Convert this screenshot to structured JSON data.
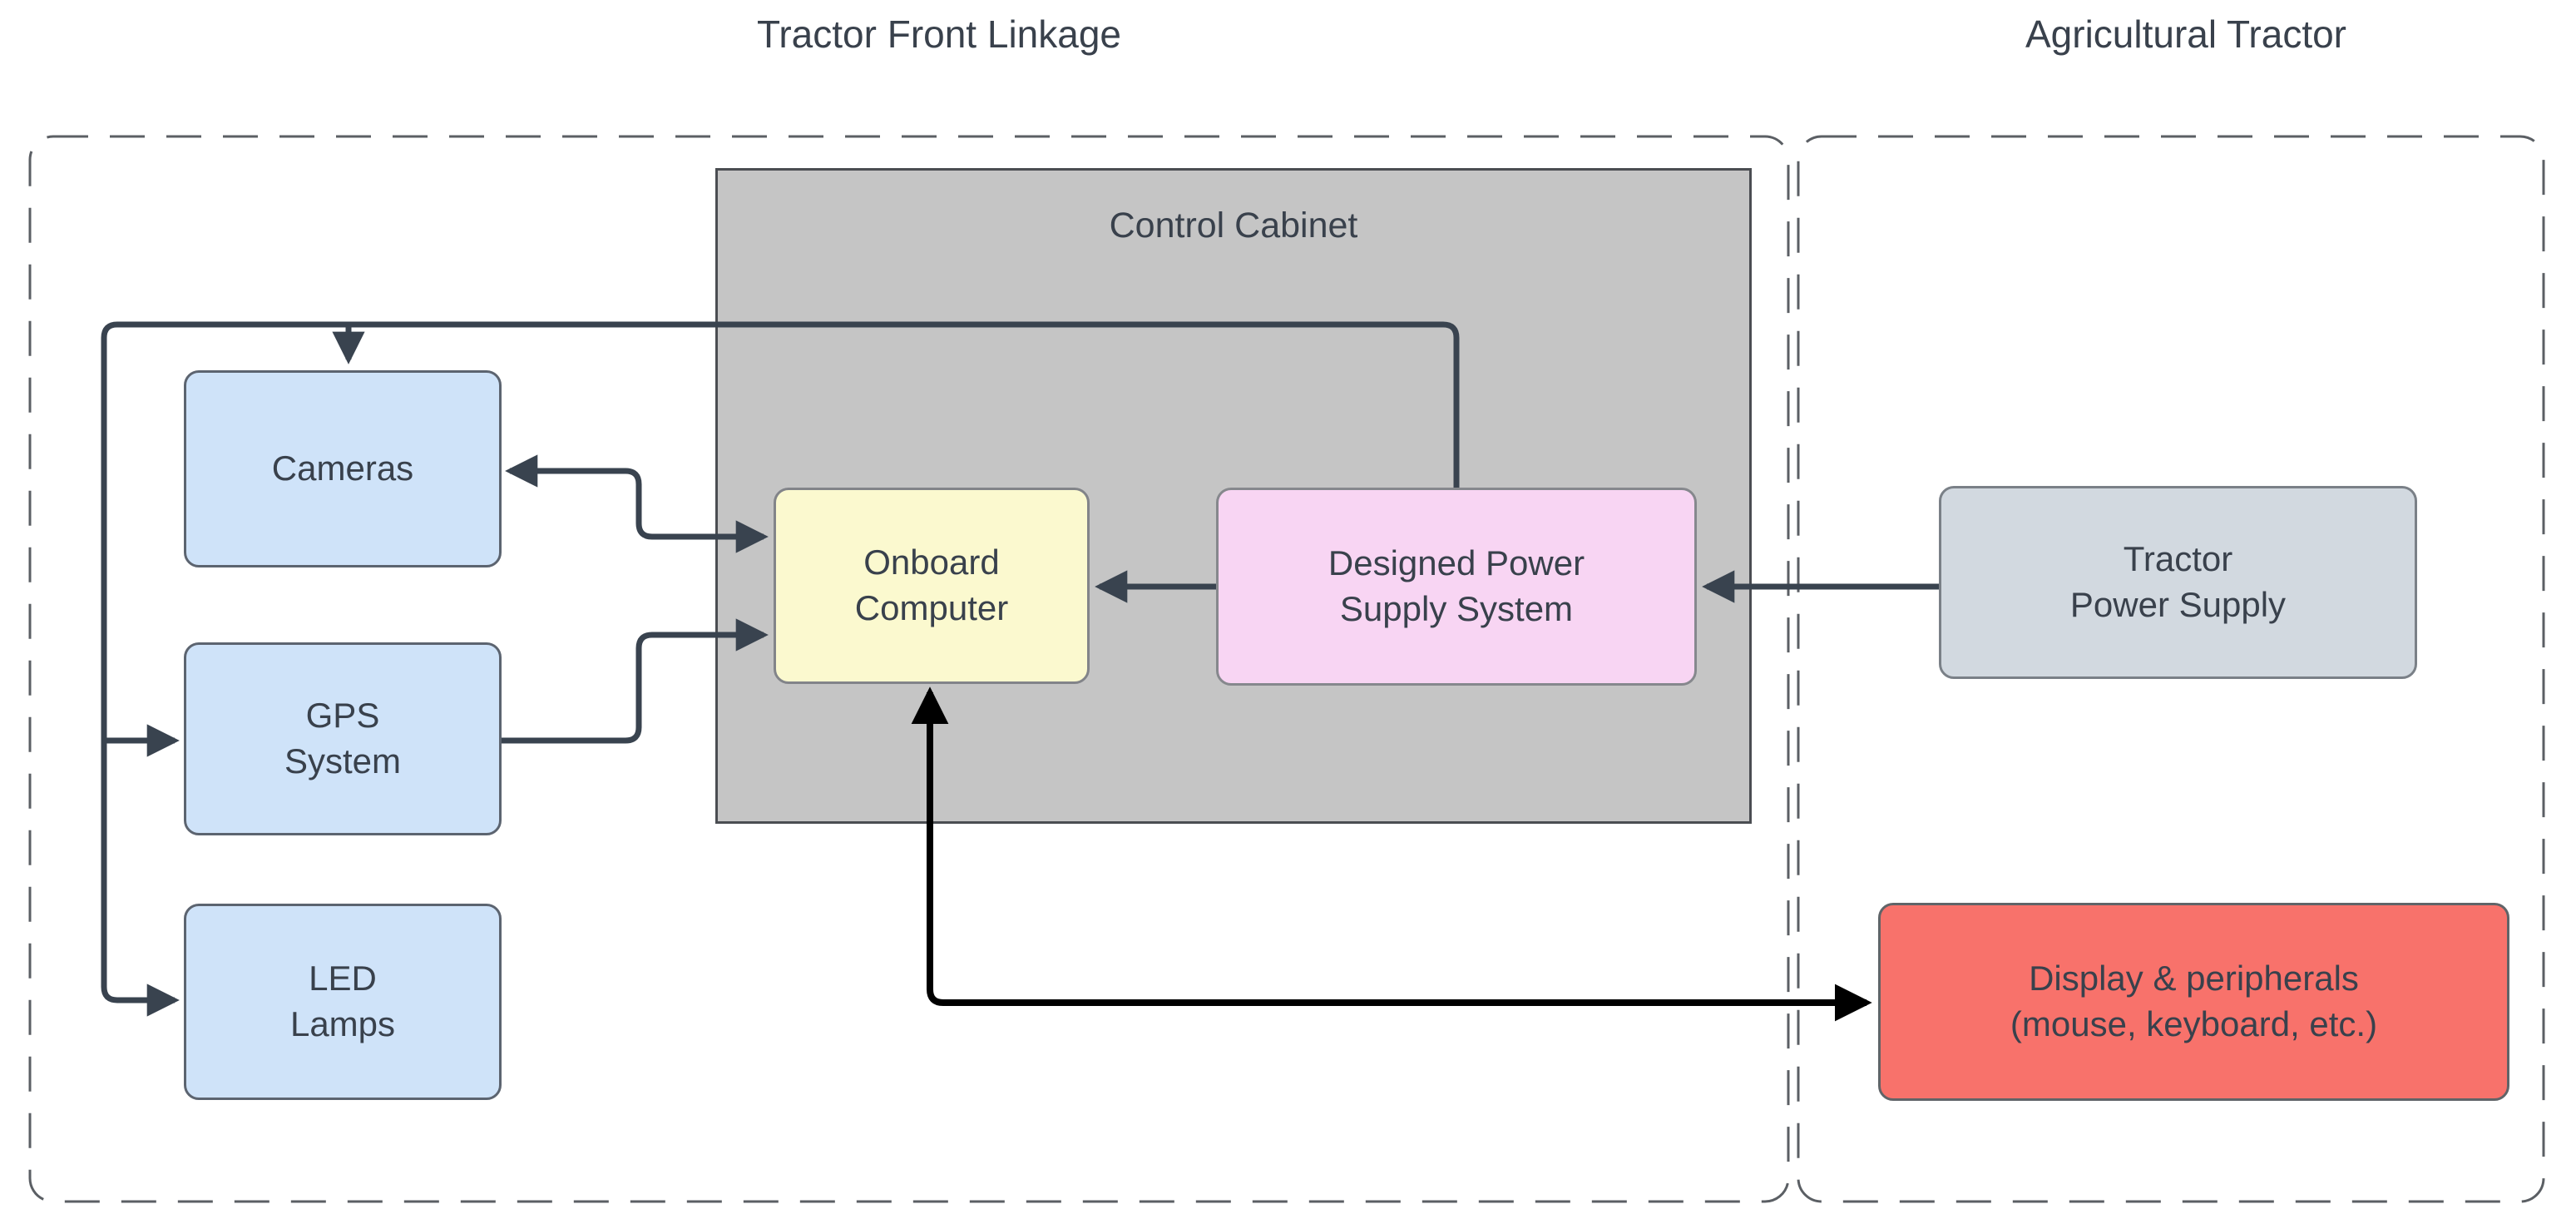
{
  "titles": {
    "left": "Tractor Front Linkage",
    "right": "Agricultural Tractor"
  },
  "containers": {
    "front_linkage": {
      "title": "Tractor Front Linkage"
    },
    "agricultural_tractor": {
      "title": "Agricultural Tractor"
    },
    "control_cabinet": {
      "label": "Control Cabinet"
    }
  },
  "nodes": {
    "cameras": {
      "label": [
        "Cameras"
      ]
    },
    "gps_system": {
      "label": [
        "GPS",
        "System"
      ]
    },
    "led_lamps": {
      "label": [
        "LED",
        "Lamps"
      ]
    },
    "onboard_computer": {
      "label": [
        "Onboard",
        "Computer"
      ]
    },
    "designed_power_supply_system": {
      "label": [
        "Designed Power",
        "Supply System"
      ]
    },
    "tractor_power_supply": {
      "label": [
        "Tractor",
        "Power Supply"
      ]
    },
    "display_peripherals": {
      "label": [
        "Display & peripherals",
        "(mouse, keyboard, etc.)"
      ]
    }
  },
  "edges": [
    {
      "from": "designed_power_supply_system",
      "to": "cameras"
    },
    {
      "from": "designed_power_supply_system",
      "to": "gps_system"
    },
    {
      "from": "designed_power_supply_system",
      "to": "led_lamps"
    },
    {
      "from": "onboard_computer",
      "to": "cameras",
      "bidirectional": true
    },
    {
      "from": "gps_system",
      "to": "onboard_computer"
    },
    {
      "from": "designed_power_supply_system",
      "to": "onboard_computer"
    },
    {
      "from": "tractor_power_supply",
      "to": "designed_power_supply_system"
    },
    {
      "from": "onboard_computer",
      "to": "display_peripherals",
      "bidirectional": true
    }
  ],
  "colors": {
    "bg": "#ffffff",
    "text": "#39414C",
    "arrow_slate": "#39434F",
    "arrow_black": "#000000",
    "dash_border": "#5B5F64",
    "blue_fill": "#CFE3F9",
    "blue_stroke": "#5C6470",
    "yellow_fill": "#FBF9CF",
    "yellow_stroke": "#828489",
    "pink_fill": "#F8D5F3",
    "pink_stroke": "#86888D",
    "cabinet_fill": "#C5C5C5",
    "cabinet_stroke": "#4A4D52",
    "steel_fill": "#D2D9E0",
    "steel_stroke": "#7A8087",
    "red_fill": "#F8726B",
    "red_stroke": "#606468"
  }
}
